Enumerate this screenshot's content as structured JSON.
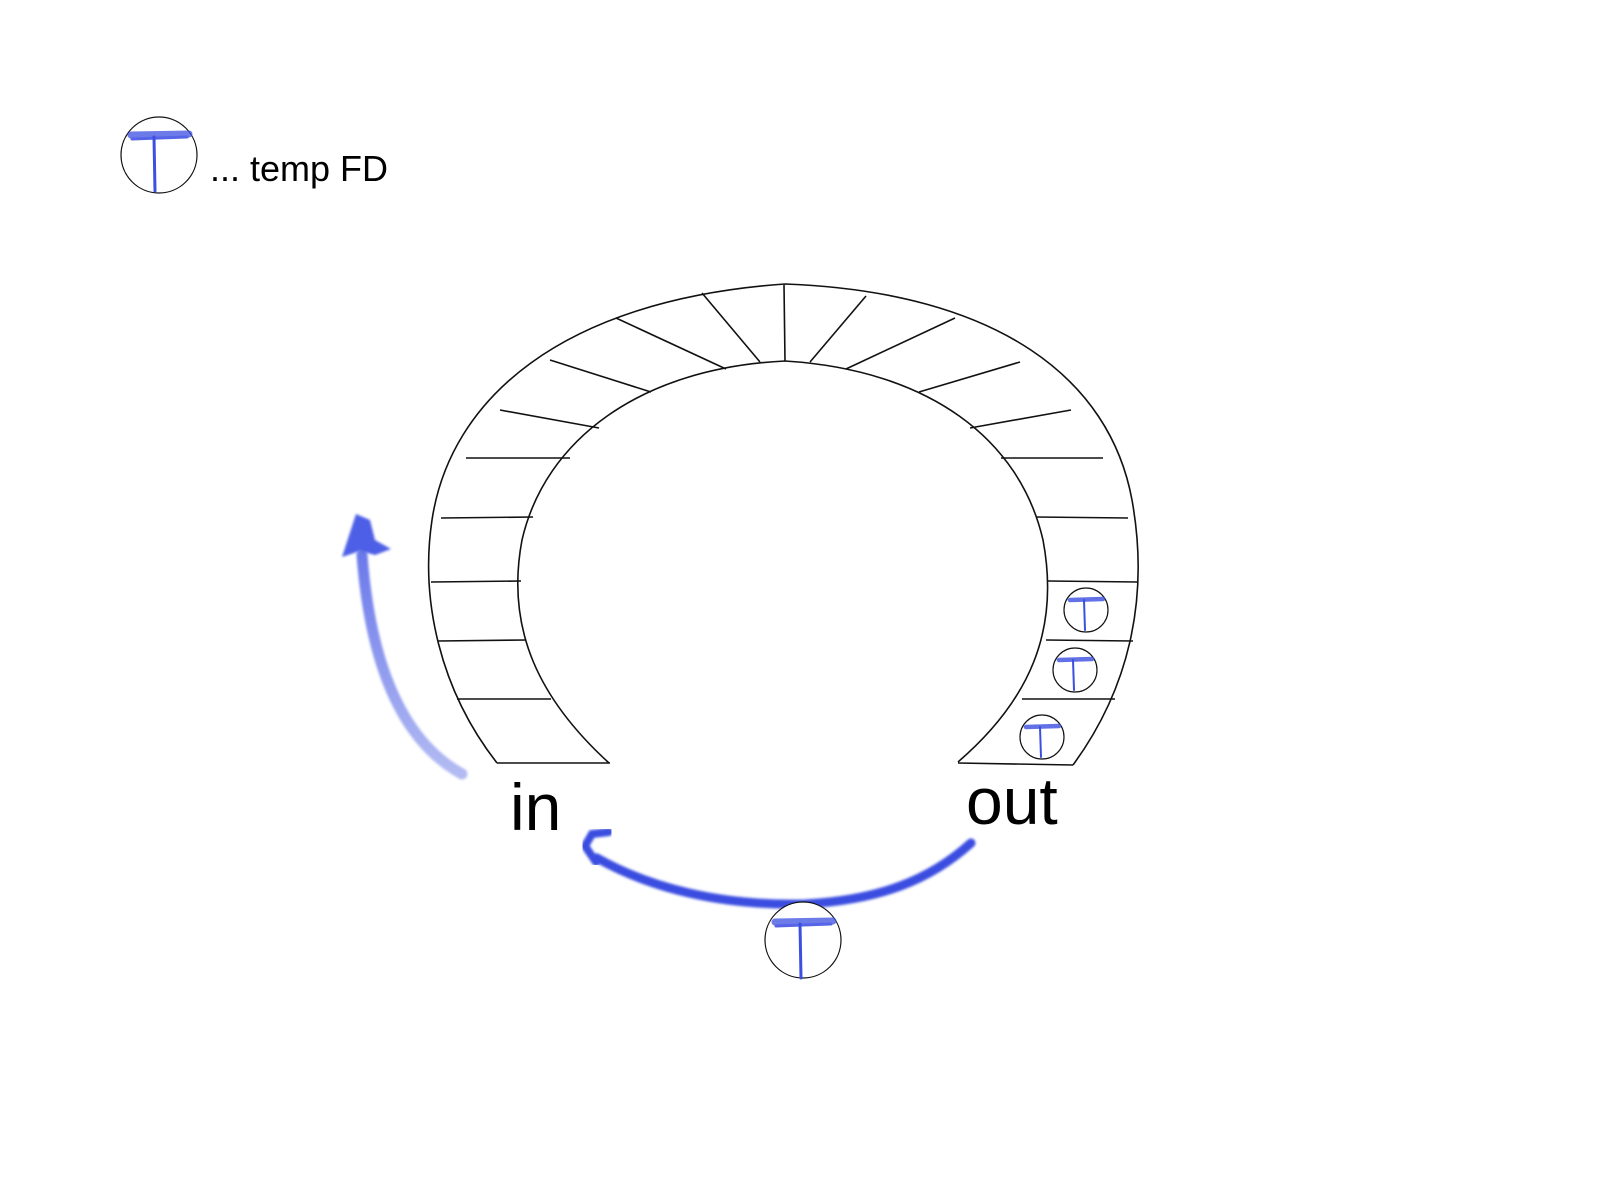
{
  "legend": {
    "text": "... temp FD",
    "icon": "temp-fd-icon"
  },
  "ring": {
    "in_label": "in",
    "out_label": "out",
    "occupied_slots_near_out": 3
  },
  "colors": {
    "outline": "#111111",
    "fd_blue": "#3b4fe0",
    "fd_blue_light": "#7c88f0",
    "arrow_blue": "#3a4de0",
    "arrow_blue_faded": "#8f99ee"
  },
  "icons": {
    "temp_fd": "temp-fd-icon",
    "arrow_out_to_in": "curved-arrow-icon",
    "arrow_in_upward": "curved-arrow-icon"
  }
}
